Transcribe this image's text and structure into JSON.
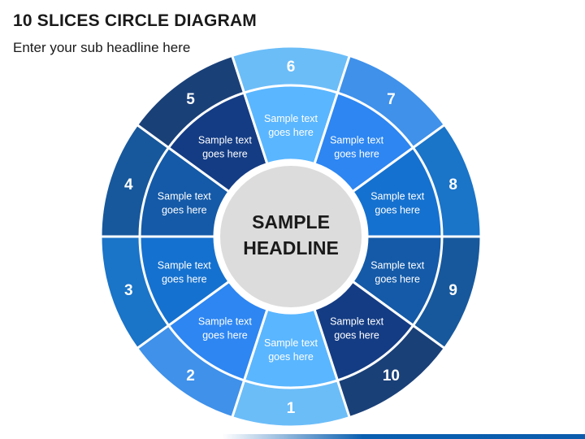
{
  "title": "10 SLICES CIRCLE DIAGRAM",
  "subtitle": "Enter your sub headline here",
  "center": {
    "line1": "SAMPLE",
    "line2": "HEADLINE"
  },
  "slices": [
    {
      "number": "1",
      "text1": "Sample text",
      "text2": "goes here",
      "outer": "#6bbdf8",
      "inner": "#5ab6ff"
    },
    {
      "number": "2",
      "text1": "Sample text",
      "text2": "goes here",
      "outer": "#3f91ea",
      "inner": "#2d86f2"
    },
    {
      "number": "3",
      "text1": "Sample text",
      "text2": "goes here",
      "outer": "#1a74c8",
      "inner": "#1571cf"
    },
    {
      "number": "4",
      "text1": "Sample text",
      "text2": "goes here",
      "outer": "#17589c",
      "inner": "#145aa8"
    },
    {
      "number": "5",
      "text1": "Sample text",
      "text2": "goes here",
      "outer": "#1a4078",
      "inner": "#143c84"
    },
    {
      "number": "6",
      "text1": "Sample text",
      "text2": "goes here",
      "outer": "#6bbdf8",
      "inner": "#5ab6ff"
    },
    {
      "number": "7",
      "text1": "Sample text",
      "text2": "goes here",
      "outer": "#3f91ea",
      "inner": "#2d86f2"
    },
    {
      "number": "8",
      "text1": "Sample text",
      "text2": "goes here",
      "outer": "#1a74c8",
      "inner": "#1571cf"
    },
    {
      "number": "9",
      "text1": "Sample text",
      "text2": "goes here",
      "outer": "#17589c",
      "inner": "#145aa8"
    },
    {
      "number": "10",
      "text1": "Sample text",
      "text2": "goes here",
      "outer": "#1a4078",
      "inner": "#143c84"
    }
  ],
  "colors": {
    "center_fill": "#dcdcdc",
    "center_ring": "#ffffff",
    "text": "#ffffff",
    "center_text": "#1a1a1a"
  }
}
